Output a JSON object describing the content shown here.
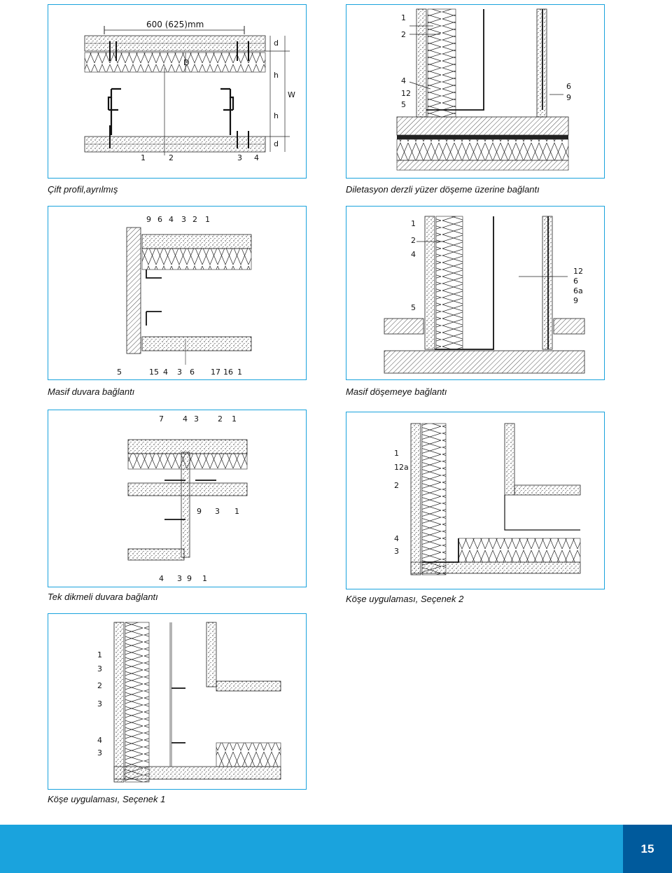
{
  "panels": [
    {
      "id": "p1",
      "caption": "Çift profil,ayrılmış",
      "dimension": "600 (625)mm",
      "side_labels": [
        "d",
        "h",
        "W",
        "h",
        "d"
      ],
      "inner_label": "D",
      "bottom_labels": [
        "1",
        "2",
        "3",
        "4"
      ]
    },
    {
      "id": "p2",
      "caption": "Diletasyon derzli yüzer döşeme üzerine bağlantı",
      "left_labels": [
        "1",
        "2",
        "4",
        "12",
        "5"
      ],
      "right_labels": [
        "6",
        "9"
      ]
    },
    {
      "id": "p3",
      "caption": "Masif duvara bağlantı",
      "top_labels": [
        "9",
        "6",
        "4",
        "3",
        "2",
        "1"
      ],
      "bottom_labels": [
        "5",
        "15",
        "4",
        "3",
        "6",
        "17",
        "16",
        "1"
      ]
    },
    {
      "id": "p4",
      "caption": "Masif döşemeye bağlantı",
      "left_labels": [
        "1",
        "2",
        "4",
        "5"
      ],
      "right_labels": [
        "12",
        "6",
        "6a",
        "9"
      ]
    },
    {
      "id": "p5",
      "caption": "Tek dikmeli duvara bağlantı",
      "top_labels": [
        "7",
        "4",
        "3",
        "2",
        "1"
      ],
      "middle_labels": [
        "9",
        "3",
        "1"
      ],
      "bottom_labels": [
        "4",
        "3",
        "9",
        "1"
      ]
    },
    {
      "id": "p6",
      "caption": "Köşe uygulaması, Seçenek 2",
      "left_labels": [
        "1",
        "12a",
        "2",
        "4",
        "3"
      ]
    },
    {
      "id": "p7",
      "caption": "Köşe uygulaması, Seçenek 1",
      "left_labels": [
        "1",
        "3",
        "2",
        "3",
        "4",
        "3"
      ]
    }
  ],
  "footer": {
    "page_number": "15"
  },
  "colors": {
    "frame": "#1aa3dd",
    "footer": "#1aa3dd",
    "page_box": "#005a9c"
  }
}
